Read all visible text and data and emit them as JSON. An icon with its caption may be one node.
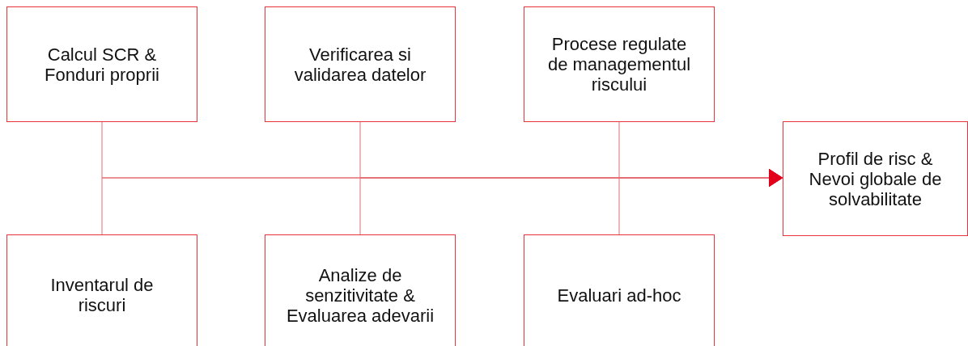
{
  "diagram": {
    "nodes": [
      {
        "text": [
          "Calcul SCR & Fonduri proprii"
        ]
      },
      {
        "text": [
          "Verificarea si validarea datelor"
        ]
      },
      {
        "text": [
          "Procese regulate de managementul riscului"
        ]
      },
      {
        "text": [
          "Profil de risc & Nevoi globale de solvabilitate"
        ]
      },
      {
        "text": [
          "Inventarul de riscuri"
        ]
      },
      {
        "text": [
          "Analize de senzitivitate & Evaluarea adevarii"
        ]
      },
      {
        "text": [
          "Evaluari ad-hoc"
        ]
      }
    ],
    "edges": [
      {
        "from": 0,
        "to": 3,
        "arrow": "to"
      },
      {
        "from": 1,
        "to": 3,
        "arrow": "to"
      },
      {
        "from": 2,
        "to": 3,
        "arrow": "to"
      },
      {
        "from": 4,
        "to": 3,
        "arrow": "to"
      },
      {
        "from": 5,
        "to": 3,
        "arrow": "to"
      },
      {
        "from": 6,
        "to": 3,
        "arrow": "to"
      }
    ]
  }
}
